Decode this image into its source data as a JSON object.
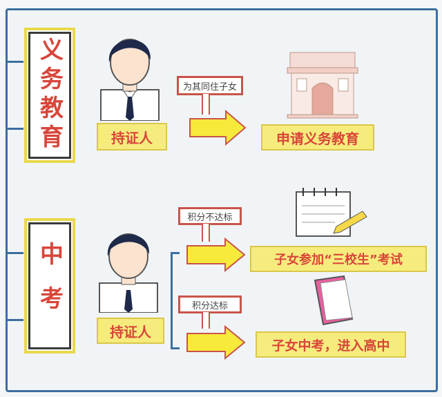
{
  "section1": {
    "title": "义务教育",
    "holder": "持证人",
    "condition": "为其同住子女",
    "result": "申请义务教育"
  },
  "section2": {
    "title": "中考",
    "holder": "持证人",
    "condition_fail": "积分不达标",
    "result_fail": "子女参加“三校生”考试",
    "condition_pass": "积分达标",
    "result_pass": "子女中考，进入高中"
  },
  "colors": {
    "frame": "#3a6ea0",
    "text": "#d8463a",
    "label_bg": "#f6ec7e",
    "arrow": "#f7ea3a"
  }
}
